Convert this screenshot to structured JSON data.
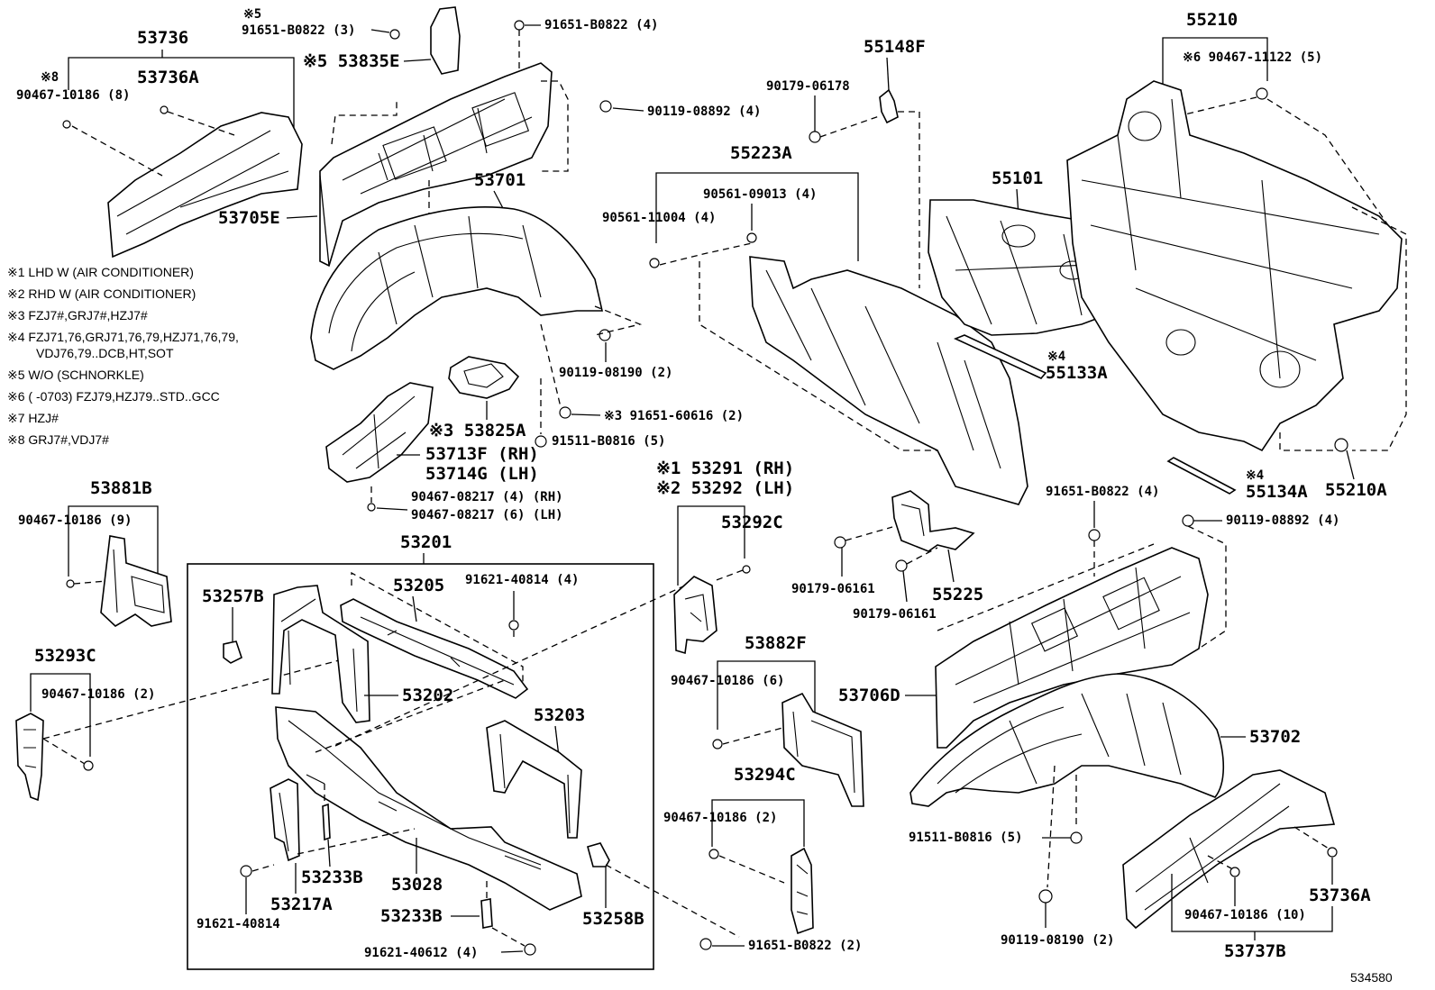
{
  "diagram_id": "534580",
  "notes": [
    "※1 LHD W (AIR CONDITIONER)",
    "※2 RHD W (AIR CONDITIONER)",
    "※3 FZJ7#,GRJ7#,HZJ7#",
    "※4 FZJ71,76,GRJ71,76,79,HZJ71,76,79,",
    "VDJ76,79..DCB,HT,SOT",
    "※5 W/O (SCHNORKLE)",
    "※6 (       -0703) FZJ79,HZJ79..STD..GCC",
    "※7 HZJ#",
    "※8 GRJ7#,VDJ7#"
  ],
  "labels": {
    "p53736": "53736",
    "p53736A_top": "53736A",
    "m8": "※8",
    "b90467_10186_8": "90467-10186 (8)",
    "m5": "※5",
    "b91651_B0822_3": "91651-B0822 (3)",
    "p53835E": "※5 53835E",
    "b91651_B0822_4a": "91651-B0822 (4)",
    "b90119_08892_4a": "90119-08892 (4)",
    "p53701": "53701",
    "p53705E": "53705E",
    "b90119_08190_2a": "90119-08190 (2)",
    "b91651_60616_2": "※3 91651-60616 (2)",
    "p53825A": "※3 53825A",
    "b91511_B0816_5a": "91511-B0816 (5)",
    "p53713F": "53713F (RH)",
    "p53714G": "53714G (LH)",
    "b90467_08217_4": "90467-08217 (4) (RH)",
    "b90467_08217_6": "90467-08217 (6) (LH)",
    "p53291": "※1 53291 (RH)",
    "p53292": "※2 53292 (LH)",
    "p53292C": "53292C",
    "p53881B": "53881B",
    "b90467_10186_9": "90467-10186 (9)",
    "p53201": "53201",
    "p53205": "53205",
    "b91621_40814_4": "91621-40814 (4)",
    "p53257B": "53257B",
    "p53202": "53202",
    "p53293C": "53293C",
    "b90467_10186_2a": "90467-10186 (2)",
    "p53203": "53203",
    "p53233B_a": "53233B",
    "p53028": "53028",
    "p53217A": "53217A",
    "b91621_40814": "91621-40814",
    "p53233B_b": "53233B",
    "p53258B": "53258B",
    "b91621_40612_4": "91621-40612 (4)",
    "p55148F": "55148F",
    "b90179_06178": "90179-06178",
    "p55223A": "55223A",
    "b90561_09013_4": "90561-09013 (4)",
    "b90561_11004_4": "90561-11004 (4)",
    "p55101": "55101",
    "p55210": "55210",
    "b90467_11122_5": "※6 90467-11122 (5)",
    "m4a": "※4",
    "p55133A": "55133A",
    "m4b": "※4",
    "p55134A": "55134A",
    "p55210A": "55210A",
    "b91651_B0822_4b": "91651-B0822 (4)",
    "b90119_08892_4b": "90119-08892 (4)",
    "b90179_06161_a": "90179-06161",
    "p55225": "55225",
    "b90179_06161_b": "90179-06161",
    "p53882F": "53882F",
    "b90467_10186_6": "90467-10186 (6)",
    "p53706D": "53706D",
    "p53702": "53702",
    "p53294C": "53294C",
    "b90467_10186_2b": "90467-10186 (2)",
    "b91511_B0816_5b": "91511-B0816 (5)",
    "p53736A_bot": "53736A",
    "b90467_10186_10": "90467-10186 (10)",
    "b90119_08190_2b": "90119-08190 (2)",
    "p53737B": "53737B",
    "b91651_B0822_2": "91651-B0822 (2)"
  }
}
